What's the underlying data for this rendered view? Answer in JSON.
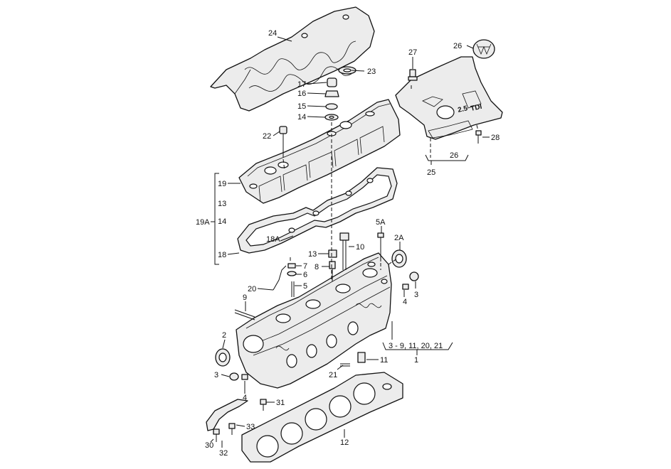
{
  "callouts": {
    "c24": "24",
    "c23": "23",
    "c26": "26",
    "c27": "27",
    "c17": "17",
    "c16": "16",
    "c15": "15",
    "c14": "14",
    "c22": "22",
    "c28": "28",
    "c26b": "26",
    "c25": "25",
    "c19": "19",
    "c13": "13",
    "c19a": "19A",
    "c14b": "14",
    "c18": "18",
    "c18a": "18A",
    "c5a": "5A",
    "c2a": "2A",
    "c10": "10",
    "c13b": "13",
    "c8": "8",
    "c7": "7",
    "c6": "6",
    "c5": "5",
    "c20": "20",
    "c9": "9",
    "c3": "3",
    "c4": "4",
    "c3group": "3 - 9, 11, 20, 21",
    "c1": "1",
    "c2": "2",
    "c11": "11",
    "c21": "21",
    "c3b": "3",
    "c4b": "4",
    "c31": "31",
    "c33": "33",
    "c30": "30",
    "c32": "32",
    "c12": "12"
  },
  "badge": {
    "engine": "2.5",
    "tdi": "TDI"
  },
  "colors": {
    "ink": "#111111",
    "fill": "#ececec",
    "paper": "#ffffff"
  }
}
